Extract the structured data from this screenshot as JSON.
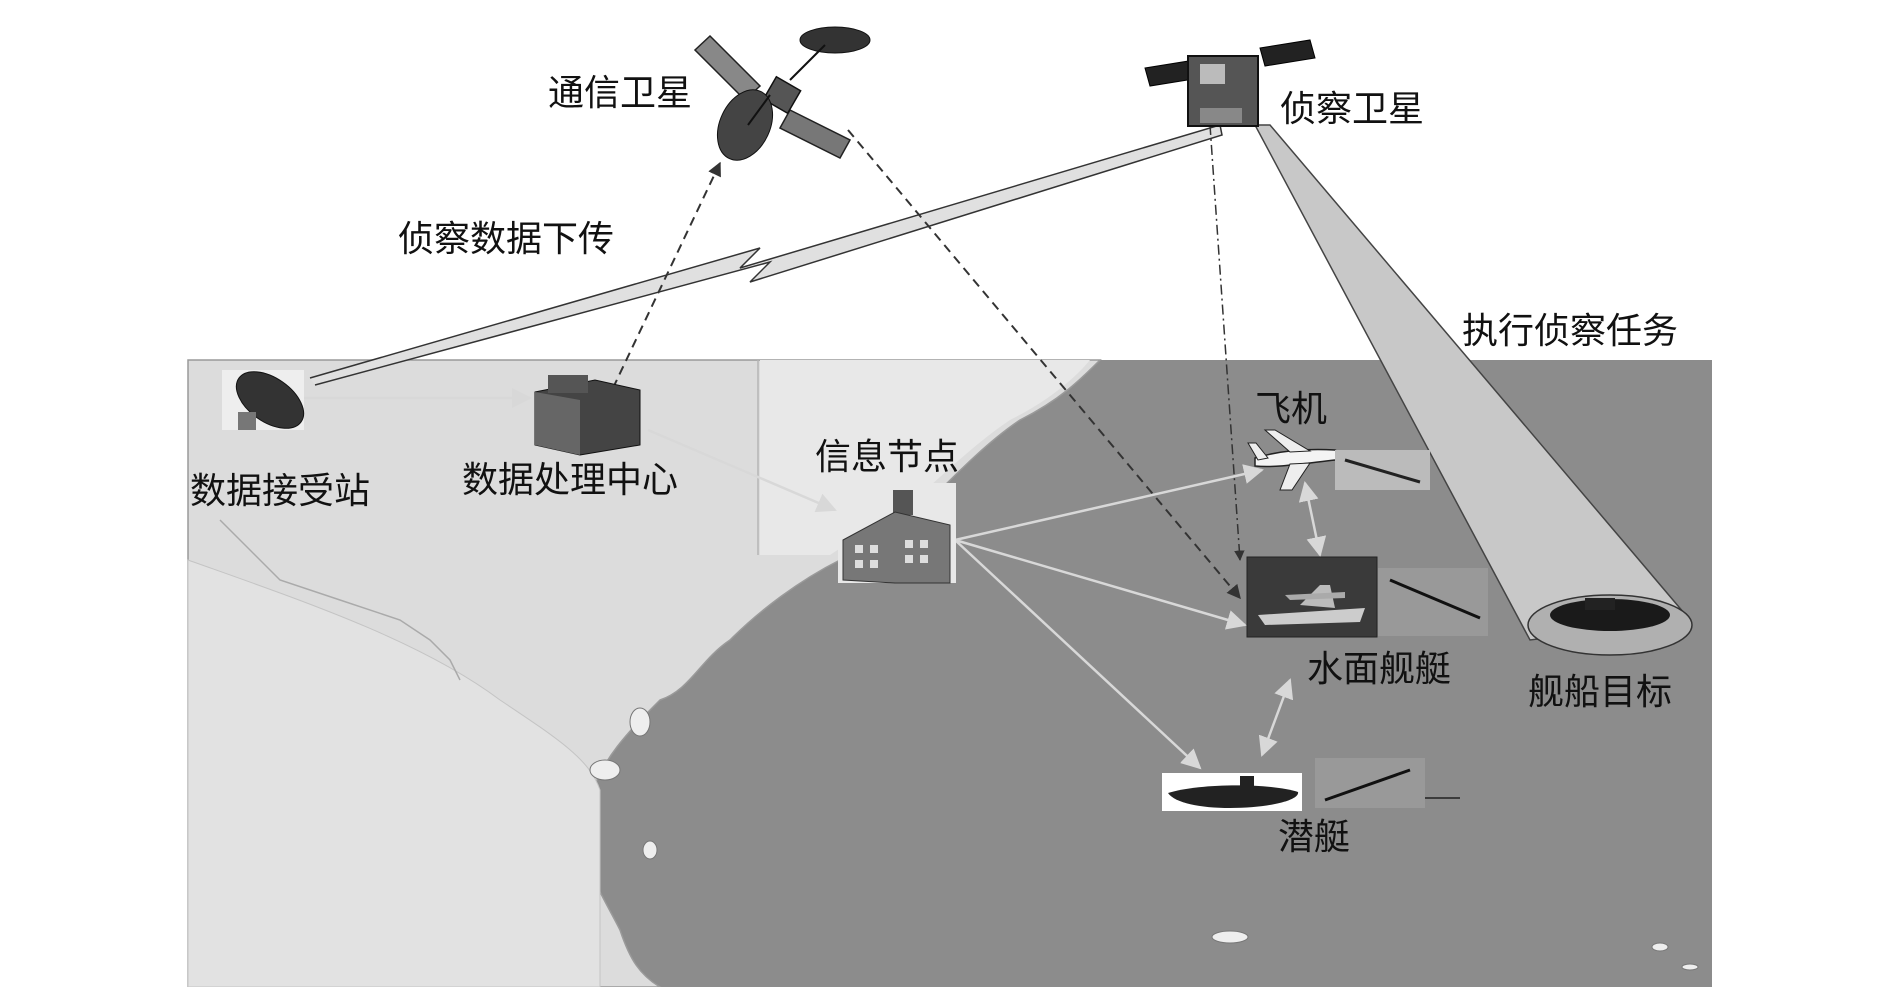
{
  "labels": {
    "comm_satellite": "通信卫星",
    "recon_satellite": "侦察卫星",
    "downlink": "侦察数据下传",
    "execute_mission": "执行侦察任务",
    "receiving_station": "数据接受站",
    "processing_center": "数据处理中心",
    "info_node": "信息节点",
    "aircraft": "飞机",
    "surface_ship": "水面舰艇",
    "submarine": "潜艇",
    "target_ship": "舰船目标"
  },
  "colors": {
    "sea": "#8c8c8c",
    "land": "#dcdcdc",
    "land_light": "#e6e6e6",
    "sensor_beam": "#c8c8c8",
    "link_arrow": "#d0d0d0",
    "dashed_link": "#333333",
    "text": "#111111"
  }
}
